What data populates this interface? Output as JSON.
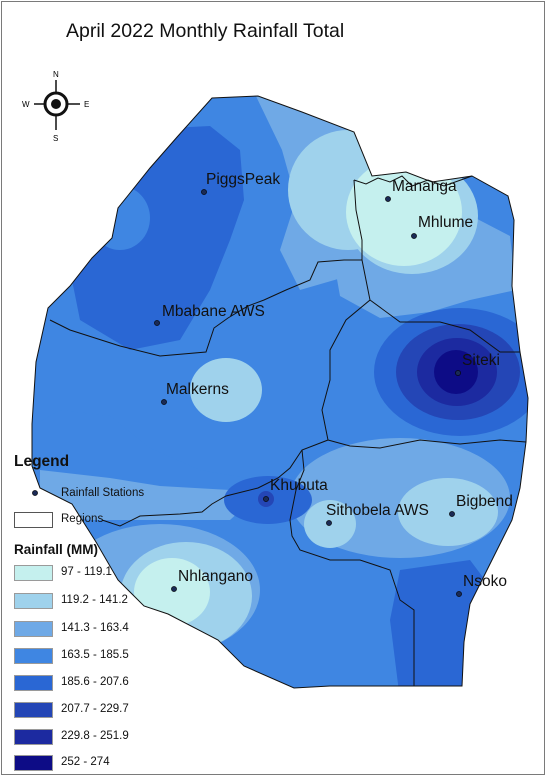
{
  "title": "April 2022 Monthly Rainfall Total",
  "compass": {
    "n": "N",
    "s": "S",
    "e": "E",
    "w": "W"
  },
  "stations": [
    {
      "id": "piggspeak",
      "name": "PiggsPeak"
    },
    {
      "id": "mananga",
      "name": "Mananga"
    },
    {
      "id": "mhlume",
      "name": "Mhlume"
    },
    {
      "id": "mbabane",
      "name": "Mbabane AWS"
    },
    {
      "id": "siteki",
      "name": "Siteki"
    },
    {
      "id": "malkerns",
      "name": "Malkerns"
    },
    {
      "id": "khubuta",
      "name": "Khubuta"
    },
    {
      "id": "sithobela",
      "name": "Sithobela AWS"
    },
    {
      "id": "bigbend",
      "name": "Bigbend"
    },
    {
      "id": "nhlangano",
      "name": "Nhlangano"
    },
    {
      "id": "nsoko",
      "name": "Nsoko"
    }
  ],
  "legend": {
    "title": "Legend",
    "stations_label": "Rainfall Stations",
    "regions_label": "Regions",
    "rainfall_title": "Rainfall (MM)",
    "classes": [
      {
        "label": "97 - 119.1",
        "color": "#c5f0ee"
      },
      {
        "label": "119.2 - 141.2",
        "color": "#9fd2ec"
      },
      {
        "label": "141.3 - 163.4",
        "color": "#6fa9e6"
      },
      {
        "label": "163.5 - 185.5",
        "color": "#3f86e2"
      },
      {
        "label": "185.6 - 207.6",
        "color": "#2a67d4"
      },
      {
        "label": "207.7 - 229.7",
        "color": "#2446b6"
      },
      {
        "label": "229.8 - 251.9",
        "color": "#1c2aa0"
      },
      {
        "label": "252 - 274",
        "color": "#0d0c86"
      }
    ]
  }
}
